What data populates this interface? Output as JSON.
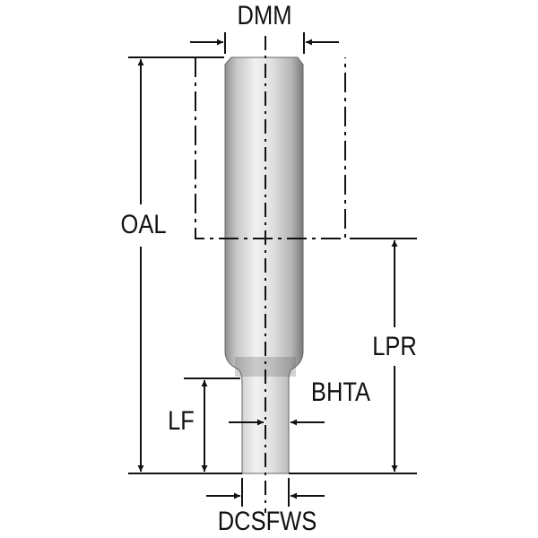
{
  "labels": {
    "dmm": "DMM",
    "oal": "OAL",
    "lpr": "LPR",
    "bhta": "BHTA",
    "lf": "LF",
    "dcsfws": "DCSFWS"
  },
  "colors": {
    "line": "#111111",
    "tool_light": "#e6e6e6",
    "tool_dark": "#8a8a8a"
  }
}
